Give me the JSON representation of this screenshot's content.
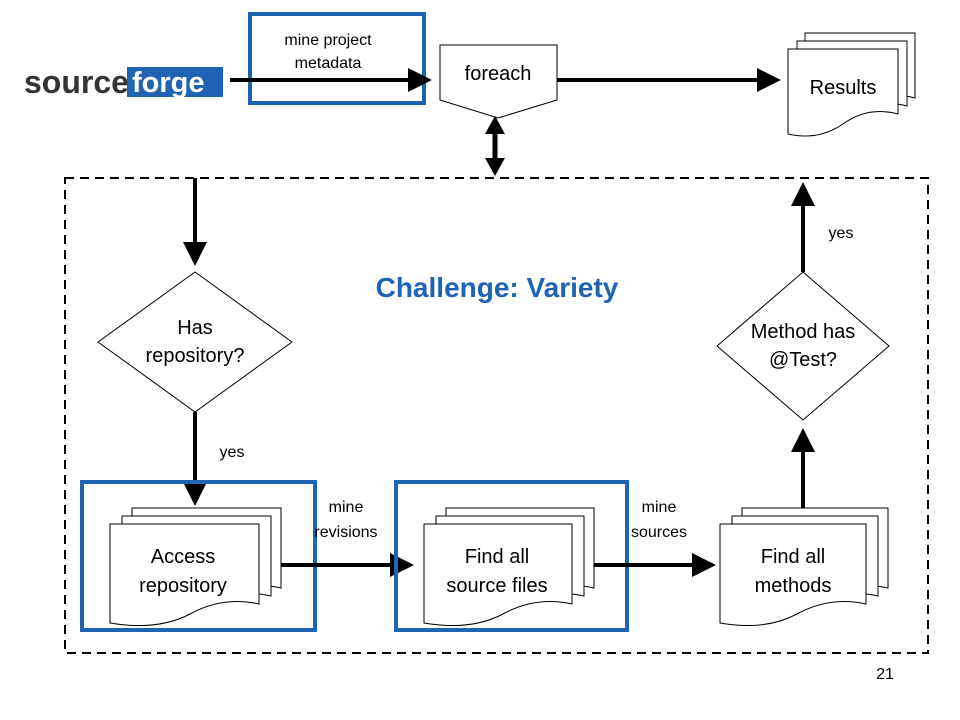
{
  "logo": {
    "part1": "source",
    "part2": "forge"
  },
  "labels": {
    "mine_project_1": "mine project",
    "mine_project_2": "metadata",
    "foreach": "foreach",
    "results": "Results",
    "title": "Challenge: Variety",
    "has_repo_1": "Has",
    "has_repo_2": "repository?",
    "yes_left": "yes",
    "yes_right": "yes",
    "method_test_1": "Method has",
    "method_test_2": "@Test?",
    "access_1": "Access",
    "access_2": "repository",
    "mine_revisions_1": "mine",
    "mine_revisions_2": "revisions",
    "find_files_1": "Find all",
    "find_files_2": "source files",
    "mine_sources_1": "mine",
    "mine_sources_2": "sources",
    "find_methods_1": "Find all",
    "find_methods_2": "methods",
    "page_number": "21"
  },
  "colors": {
    "highlight_blue": "#1f64b4",
    "title_blue": "#1f64b4",
    "logo_dark": "#333333",
    "logo_blue": "#1f64b4",
    "line": "#000000"
  }
}
